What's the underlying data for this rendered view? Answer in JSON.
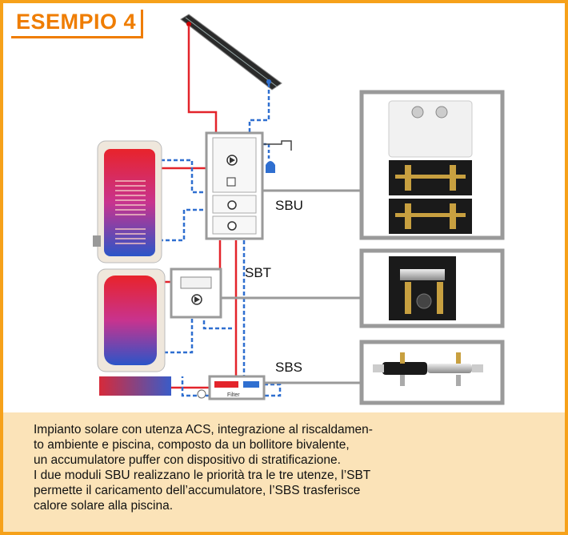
{
  "title": "ESEMPIO 4",
  "labels": {
    "sbu": "SBU",
    "sbt": "SBT",
    "sbs": "SBS",
    "filter": "Filter"
  },
  "caption": [
    "Impianto solare con utenza ACS, integrazione al riscaldamen-",
    "to ambiente e piscina, composto da un bollitore bivalente,",
    "un accumulatore puffer con dispositivo di stratificazione.",
    "I due moduli SBU realizzano le priorità tra le tre utenze, l’SBT",
    "permette il caricamento dell’accumulatore, l’SBS trasferisce",
    "calore solare alla piscina."
  ],
  "colors": {
    "accent": "#ef7d00",
    "frame": "#f6a11a",
    "caption_bg": "#fbe3b8",
    "hot_line": "#e3242b",
    "cold_line": "#2f6fd0",
    "module_frame": "#9a9a9a"
  }
}
